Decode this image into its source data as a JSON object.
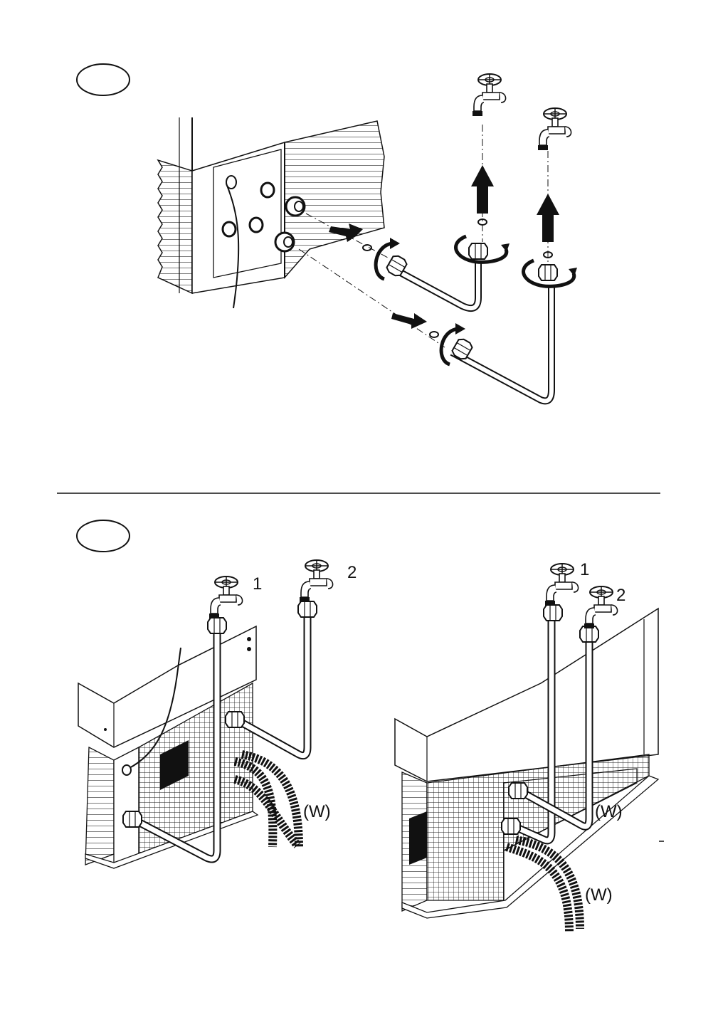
{
  "figures": [
    {
      "id": "fig-a",
      "callout": "",
      "arrow_icons": [
        "push-arrow-icon",
        "push-arrow-icon",
        "lift-arrow-icon",
        "lift-arrow-icon",
        "rotate-arrow-icon",
        "rotate-arrow-icon",
        "rotate-arrow-icon",
        "rotate-arrow-icon"
      ]
    },
    {
      "id": "fig-b",
      "callout": "",
      "left_view": {
        "tap_labels": [
          "1",
          "2"
        ],
        "hose_label": "(W)"
      },
      "right_view": {
        "tap_labels": [
          "1",
          "2"
        ],
        "hose_label": "(W)",
        "hose_label_lower": "(W)"
      }
    }
  ],
  "colors": {
    "line": "#111111",
    "background": "#ffffff"
  }
}
